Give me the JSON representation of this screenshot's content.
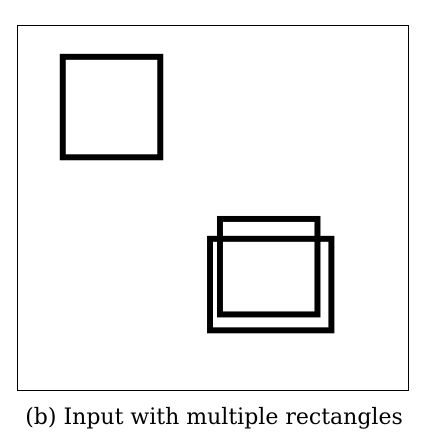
{
  "figure": {
    "caption": "(b) Input with multiple rectangles",
    "panel_border_color": "#000000",
    "rectangle_stroke_color": "#000000",
    "rectangles": [
      {
        "name": "top-left-square"
      },
      {
        "name": "back-overlap-rectangle"
      },
      {
        "name": "front-overlap-rectangle"
      }
    ]
  }
}
